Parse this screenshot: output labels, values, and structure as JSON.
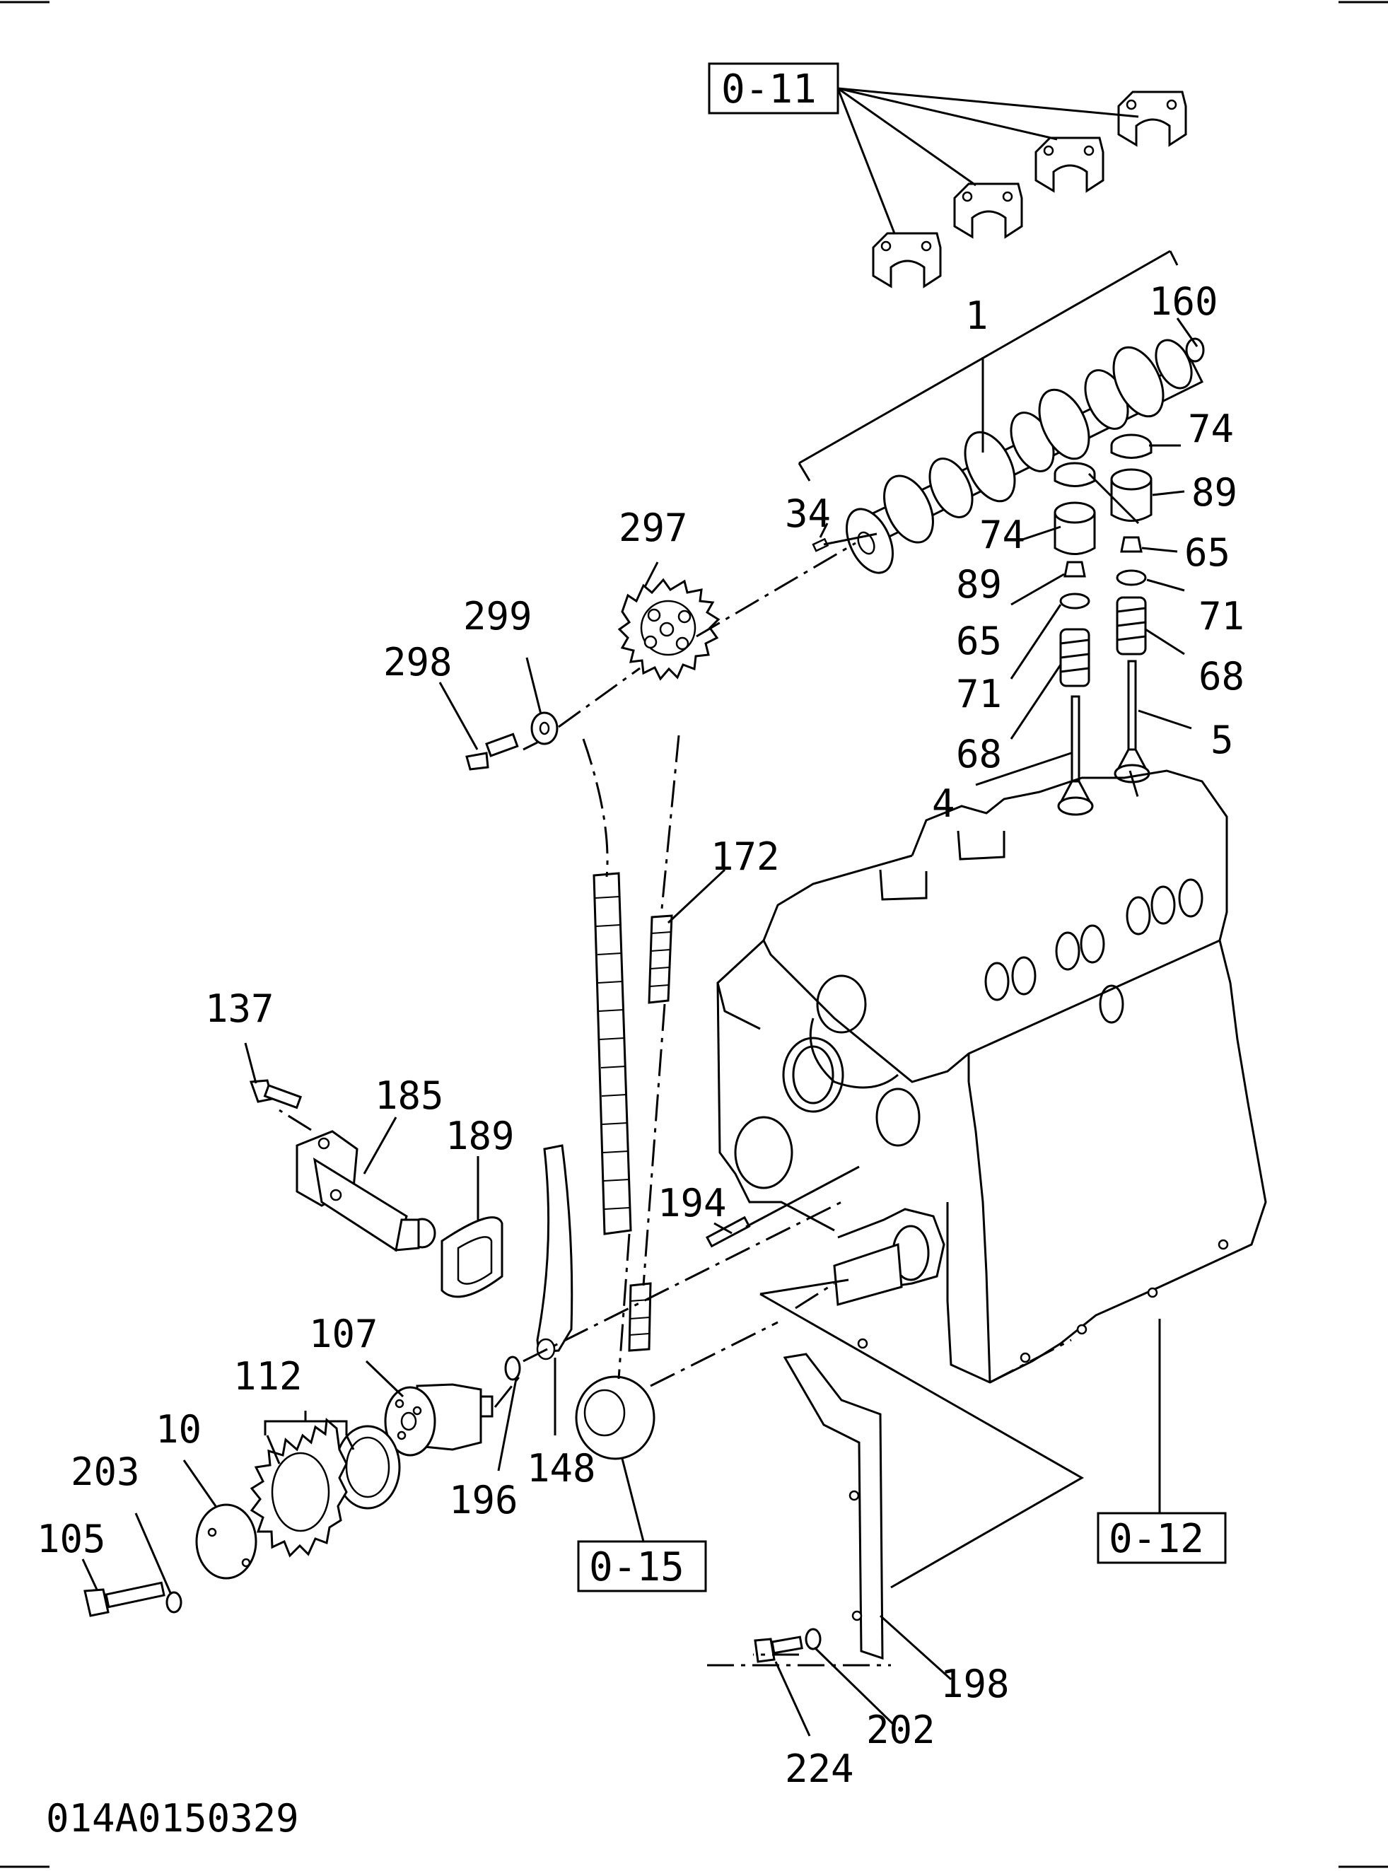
{
  "diagram_code": "014A0150329",
  "refs": {
    "o11": "0-11",
    "o12": "0-12",
    "o15": "0-15"
  },
  "labels": {
    "p1": "1",
    "p160": "160",
    "p74a": "74",
    "p74b": "74",
    "p89a": "89",
    "p89b": "89",
    "p34": "34",
    "p297": "297",
    "p65a": "65",
    "p65b": "65",
    "p71a": "71",
    "p71b": "71",
    "p68a": "68",
    "p68b": "68",
    "p299": "299",
    "p298": "298",
    "p5": "5",
    "p4": "4",
    "p172": "172",
    "p137": "137",
    "p185": "185",
    "p189": "189",
    "p194": "194",
    "p107": "107",
    "p112": "112",
    "p10": "10",
    "p203": "203",
    "p105": "105",
    "p196": "196",
    "p148": "148",
    "p198": "198",
    "p202": "202",
    "p224": "224"
  }
}
